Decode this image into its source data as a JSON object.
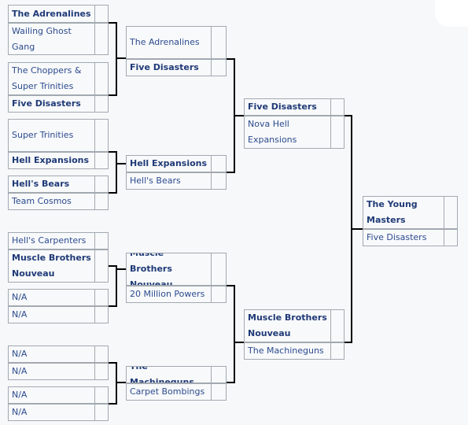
{
  "bracket": {
    "round1": [
      {
        "team": "The Adrenalines",
        "winner": true
      },
      {
        "team": "Wailing Ghost Gang",
        "winner": false
      },
      {
        "team": "The Choppers & Super Trinities",
        "winner": false
      },
      {
        "team": "Five Disasters",
        "winner": true
      },
      {
        "team": "Super Trinities",
        "winner": false
      },
      {
        "team": "Hell Expansions",
        "winner": true
      },
      {
        "team": "Hell's Bears",
        "winner": true
      },
      {
        "team": "Team Cosmos",
        "winner": false
      },
      {
        "team": "Hell's Carpenters",
        "winner": false
      },
      {
        "team": "Muscle Brothers Nouveau",
        "winner": true
      },
      {
        "team": "N/A",
        "winner": false
      },
      {
        "team": "N/A",
        "winner": false
      },
      {
        "team": "N/A",
        "winner": false
      },
      {
        "team": "N/A",
        "winner": false
      },
      {
        "team": "N/A",
        "winner": false
      },
      {
        "team": "N/A",
        "winner": false
      }
    ],
    "round2": [
      {
        "team": "The Adrenalines",
        "winner": false
      },
      {
        "team": "Five Disasters",
        "winner": true
      },
      {
        "team": "Hell Expansions",
        "winner": true
      },
      {
        "team": "Hell's Bears",
        "winner": false
      },
      {
        "team": "Muscle Brothers Nouveau",
        "winner": true
      },
      {
        "team": "20 Million Powers",
        "winner": false
      },
      {
        "team": "The Machineguns",
        "winner": true
      },
      {
        "team": "Carpet Bombings",
        "winner": false
      }
    ],
    "round3": [
      {
        "team": "Five Disasters",
        "winner": true
      },
      {
        "team": "Nova Hell Expansions",
        "winner": false
      },
      {
        "team": "Muscle Brothers Nouveau",
        "winner": true
      },
      {
        "team": "The Machineguns",
        "winner": false
      }
    ],
    "final": [
      {
        "team": "The Young Masters",
        "winner": true
      },
      {
        "team": "Five Disasters",
        "winner": false
      }
    ]
  },
  "colors": {
    "border": "#a2a9b1",
    "line": "#000000",
    "cell_bg": "#f8f9fa",
    "team_text": "#2b4b8f",
    "winner_text": "#1f3a77"
  }
}
